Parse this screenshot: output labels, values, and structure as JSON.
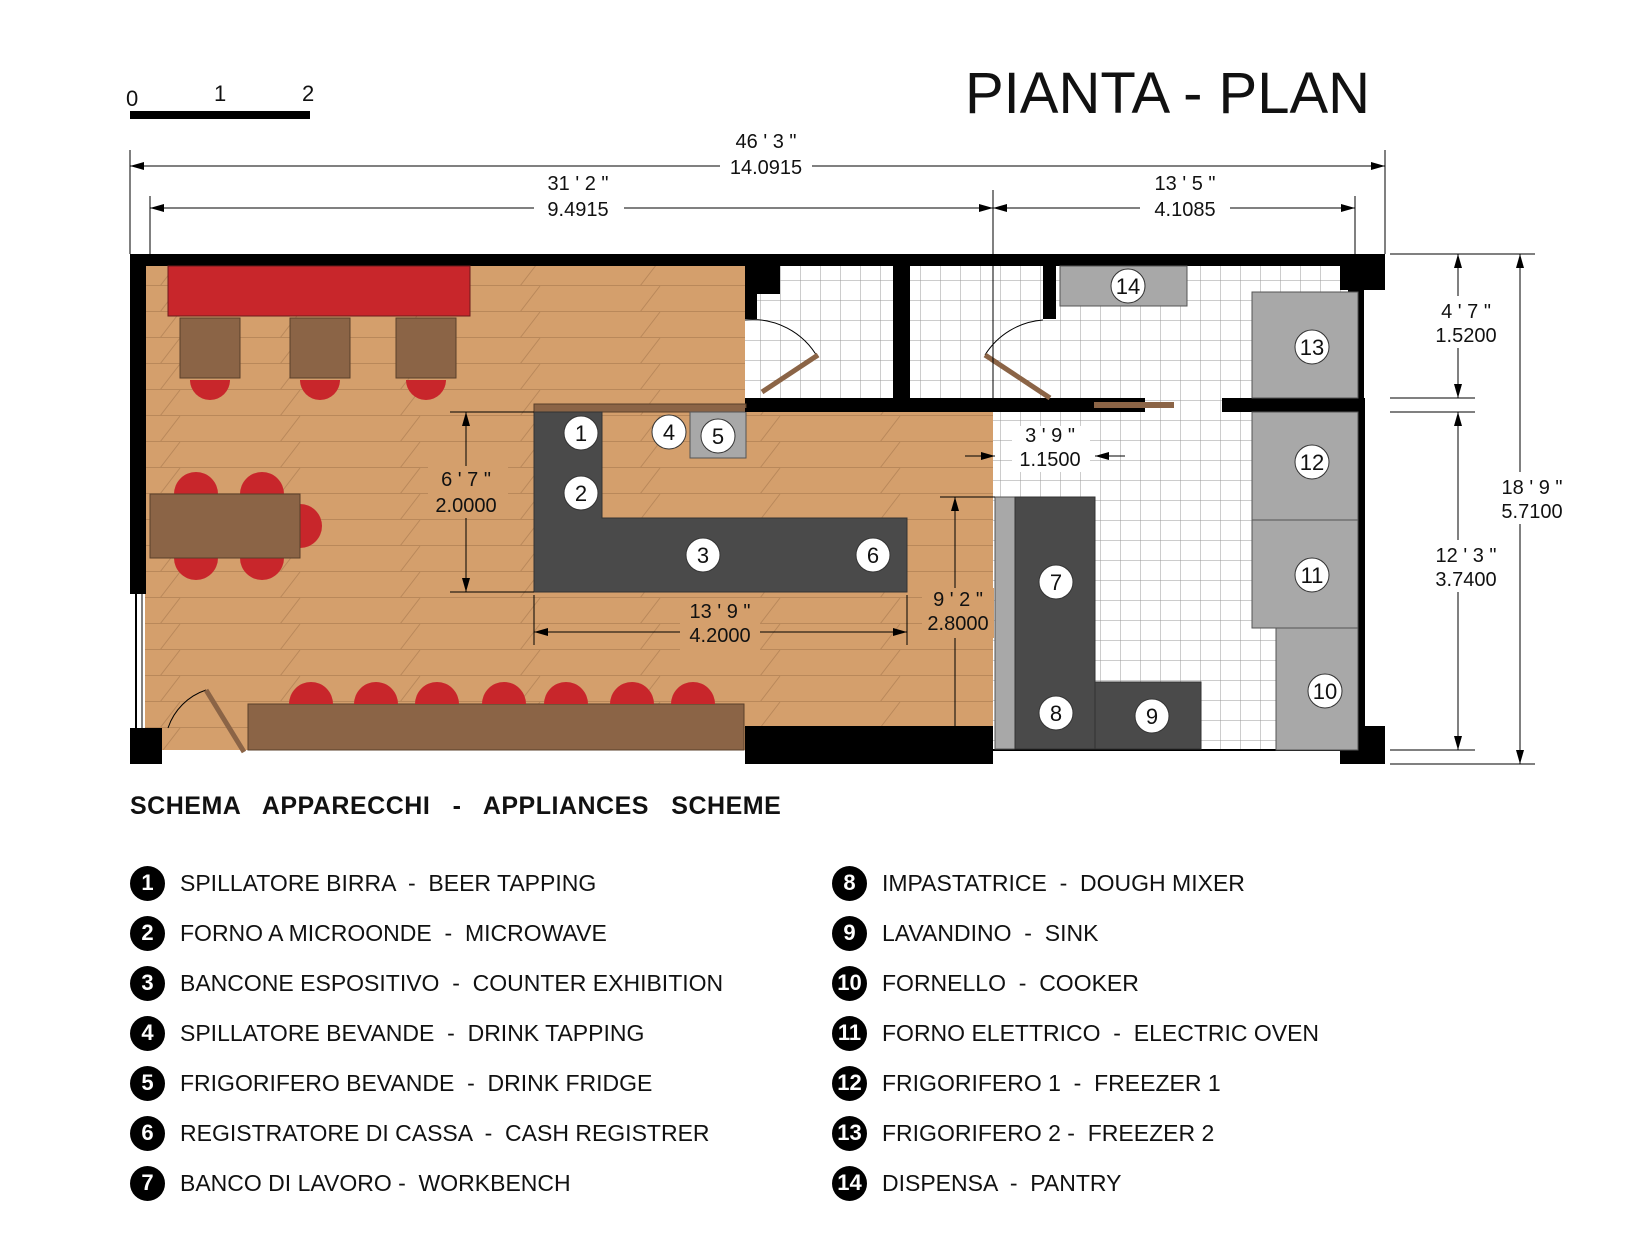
{
  "title": "PIANTA  -  PLAN",
  "scale_bar": {
    "labels": [
      "0",
      "1",
      "2"
    ]
  },
  "dimensions": {
    "total_width": {
      "imperial": "46 ' 3 \"",
      "metric": "14.0915"
    },
    "front_width": {
      "imperial": "31 ' 2 \"",
      "metric": "9.4915"
    },
    "kitchen_width": {
      "imperial": "13 ' 5 \"",
      "metric": "4.1085"
    },
    "pantry_depth": {
      "imperial": "4 ' 7 \"",
      "metric": "1.5200"
    },
    "total_depth": {
      "imperial": "18 ' 9 \"",
      "metric": "5.7100"
    },
    "kitchen_depth": {
      "imperial": "12 ' 3 \"",
      "metric": "3.7400"
    },
    "counter_depth": {
      "imperial": "6 ' 7 \"",
      "metric": "2.0000"
    },
    "counter_length": {
      "imperial": "13 ' 9 \"",
      "metric": "4.2000"
    },
    "aisle_depth": {
      "imperial": "9 ' 2 \"",
      "metric": "2.8000"
    },
    "workbench_gap": {
      "imperial": "3 ' 9 \"",
      "metric": "1.1500"
    }
  },
  "markers": [
    "1",
    "2",
    "3",
    "4",
    "5",
    "6",
    "7",
    "8",
    "9",
    "10",
    "11",
    "12",
    "13",
    "14"
  ],
  "legend": {
    "title": "SCHEMA   APPARECCHI   -   APPLIANCES   SCHEME",
    "items": [
      {
        "num": "1",
        "label": "SPILLATORE BIRRA  -  BEER TAPPING"
      },
      {
        "num": "2",
        "label": "FORNO A MICROONDE  -  MICROWAVE"
      },
      {
        "num": "3",
        "label": "BANCONE ESPOSITIVO  -  COUNTER EXHIBITION"
      },
      {
        "num": "4",
        "label": "SPILLATORE BEVANDE  -  DRINK TAPPING"
      },
      {
        "num": "5",
        "label": "FRIGORIFERO BEVANDE  -  DRINK FRIDGE"
      },
      {
        "num": "6",
        "label": "REGISTRATORE DI CASSA  -  CASH REGISTRER"
      },
      {
        "num": "7",
        "label": "BANCO DI LAVORO -  WORKBENCH"
      },
      {
        "num": "8",
        "label": "IMPASTATRICE  -  DOUGH MIXER"
      },
      {
        "num": "9",
        "label": "LAVANDINO  -  SINK"
      },
      {
        "num": "10",
        "label": "FORNELLO  -  COOKER"
      },
      {
        "num": "11",
        "label": "FORNO ELETTRICO  -  ELECTRIC OVEN"
      },
      {
        "num": "12",
        "label": "FRIGORIFERO 1  -  FREEZER 1"
      },
      {
        "num": "13",
        "label": "FRIGORIFERO 2 -  FREEZER 2"
      },
      {
        "num": "14",
        "label": "DISPENSA  -  PANTRY"
      }
    ]
  },
  "colors": {
    "wood_floor": "#d49f6c",
    "seating_red": "#c8262b",
    "furniture_brown": "#8b6446",
    "counter_dark": "#4a4a4a",
    "appliance_gray": "#a8a8a8",
    "wall": "#000000"
  }
}
